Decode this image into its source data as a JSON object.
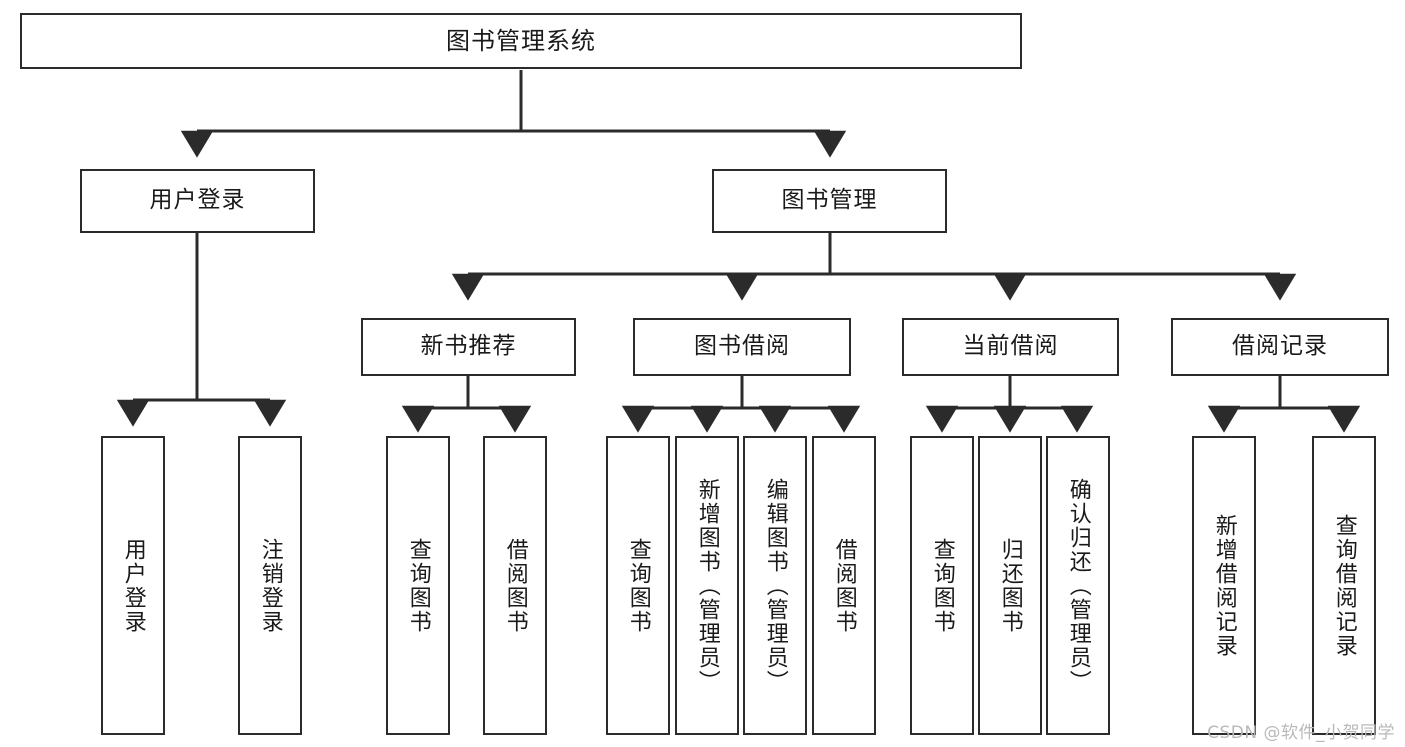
{
  "diagram": {
    "title": "图书管理系统",
    "type": "tree-hierarchy-diagram",
    "colors": {
      "stroke": "#2b2b2b",
      "fill": "#ffffff",
      "text": "#1a1a1a",
      "watermark": "#b9b9b9"
    },
    "root": {
      "label": "图书管理系统"
    },
    "level2": [
      {
        "label": "用户登录"
      },
      {
        "label": "图书管理"
      }
    ],
    "level3": [
      {
        "label": "新书推荐"
      },
      {
        "label": "图书借阅"
      },
      {
        "label": "当前借阅"
      },
      {
        "label": "借阅记录"
      }
    ],
    "leaves": {
      "user_login": [
        {
          "label": "用户登录"
        },
        {
          "label": "注销登录"
        }
      ],
      "new_book_recommend": [
        {
          "label": "查询图书"
        },
        {
          "label": "借阅图书"
        }
      ],
      "book_borrow": [
        {
          "label": "查询图书"
        },
        {
          "label": "新增图书（管理员）"
        },
        {
          "label": "编辑图书（管理员）"
        },
        {
          "label": "借阅图书"
        }
      ],
      "current_borrow": [
        {
          "label": "查询图书"
        },
        {
          "label": "归还图书"
        },
        {
          "label": "确认归还（管理员）"
        }
      ],
      "borrow_records": [
        {
          "label": "新增借阅记录"
        },
        {
          "label": "查询借阅记录"
        }
      ]
    },
    "watermark": "CSDN @软件_小贺同学"
  }
}
